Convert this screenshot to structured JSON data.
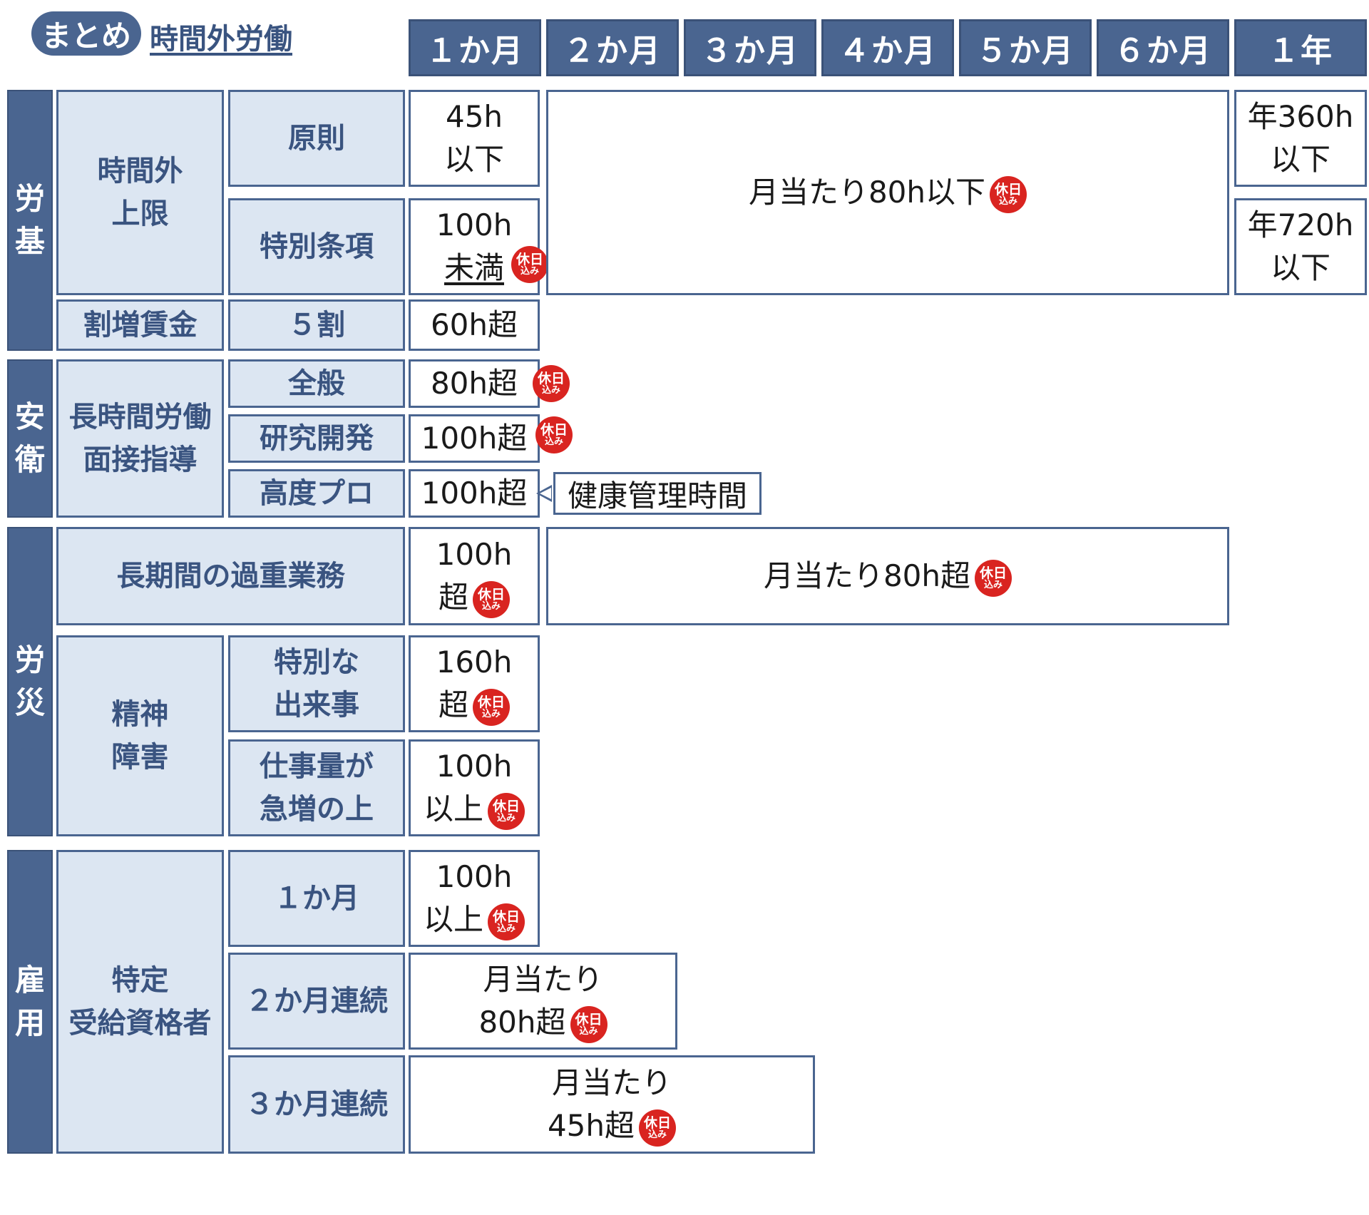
{
  "header": {
    "badge": "まとめ",
    "title": "時間外労働"
  },
  "columns": [
    "１か月",
    "２か月",
    "３か月",
    "４か月",
    "５か月",
    "６か月",
    "１年"
  ],
  "holiday_badge": {
    "line1": "休日",
    "line2": "込み",
    "color": "#d92420"
  },
  "colors": {
    "header_blue": "#4a6590",
    "label_bg": "#dce6f2",
    "label_text": "#3a5480",
    "border": "#4a6590"
  },
  "sections": {
    "roki": {
      "name": [
        "労",
        "基"
      ],
      "overtime_limit": [
        "時間外",
        "上限"
      ],
      "principle": "原則",
      "principle_month": [
        "45h",
        "以下"
      ],
      "special": "特別条項",
      "special_month": [
        "100h",
        "未満"
      ],
      "multi_month": "月当たり80h以下",
      "year_principle": [
        "年360h",
        "以下"
      ],
      "year_special": [
        "年720h",
        "以下"
      ],
      "premium": "割増賃金",
      "premium_rate": "５割",
      "premium_month": "60h超"
    },
    "anei": {
      "name": [
        "安",
        "衛"
      ],
      "guidance": [
        "長時間労働",
        "面接指導"
      ],
      "general": "全般",
      "general_month": "80h超",
      "rd": "研究開発",
      "rd_month": "100h超",
      "hp": "高度プロ",
      "hp_month": "100h超",
      "hp_note": "健康管理時間"
    },
    "rosai": {
      "name": [
        "労",
        "災"
      ],
      "overwork": "長期間の過重業務",
      "overwork_month": [
        "100h",
        "超"
      ],
      "overwork_multi": "月当たり80h超",
      "mental": [
        "精神",
        "障害"
      ],
      "special_event": [
        "特別な",
        "出来事"
      ],
      "special_event_month": [
        "160h",
        "超"
      ],
      "workload": [
        "仕事量が",
        "急増の上"
      ],
      "workload_month": [
        "100h",
        "以上"
      ]
    },
    "koyo": {
      "name": [
        "雇",
        "用"
      ],
      "qualified": [
        "特定",
        "受給資格者"
      ],
      "one_month": "１か月",
      "one_month_value": [
        "100h",
        "以上"
      ],
      "two_month": "２か月連続",
      "two_month_value": [
        "月当たり",
        "80h超"
      ],
      "three_month": "３か月連続",
      "three_month_value": [
        "月当たり",
        "45h超"
      ]
    }
  }
}
